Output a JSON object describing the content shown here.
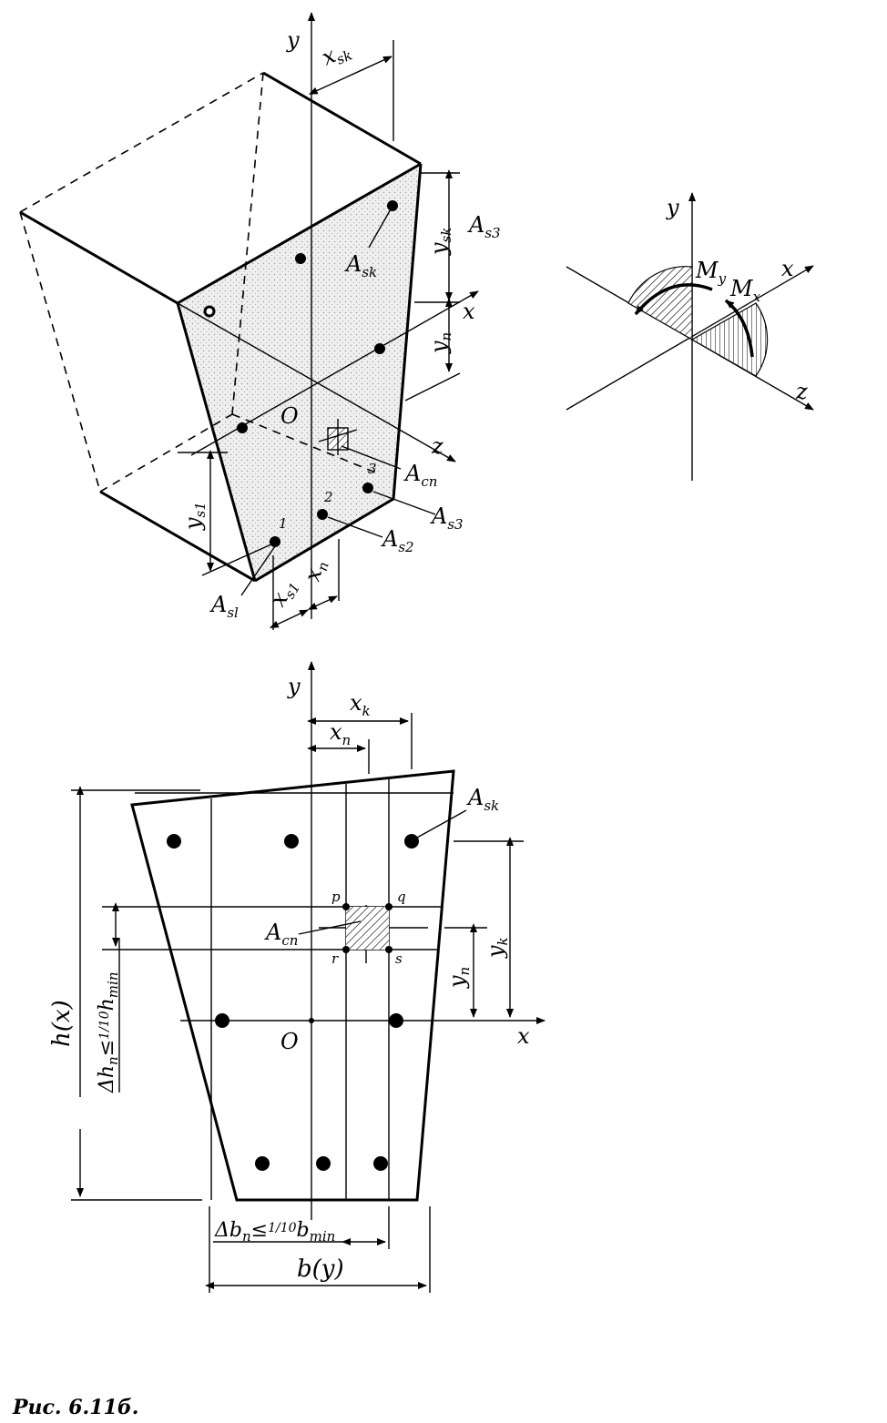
{
  "caption": "Рис. 6.11б.",
  "iso": {
    "axis_y": "y",
    "axis_x": "x",
    "axis_z": "z",
    "origin": "O",
    "x_sk": "x",
    "x_sk_sub": "sk",
    "y_sk": "y",
    "y_sk_sub": "sk",
    "y_n": "y",
    "y_n_sub": "n",
    "y_s1": "y",
    "y_s1_sub": "s1",
    "x_s1": "x",
    "x_s1_sub": "s1",
    "x_n": "x",
    "x_n_sub": "n",
    "A_s3_top": "A",
    "A_s3_top_sub": "s3",
    "A_sk": "A",
    "A_sk_sub": "sk",
    "A_cn": "A",
    "A_cn_sub": "cn",
    "A_s3": "A",
    "A_s3_sub": "s3",
    "A_s2": "A",
    "A_s2_sub": "s2",
    "A_s1": "A",
    "A_s1_sub": "sl",
    "n1": "1",
    "n2": "2",
    "n3": "3"
  },
  "moments": {
    "axis_y": "y",
    "axis_x": "x",
    "axis_z": "z",
    "M_y": "M",
    "M_y_sub": "y",
    "M_x": "M",
    "M_x_sub": "x"
  },
  "plan": {
    "axis_y": "y",
    "axis_x": "x",
    "origin": "O",
    "x_k": "x",
    "x_k_sub": "k",
    "x_n": "x",
    "x_n_sub": "n",
    "A_sk": "A",
    "A_sk_sub": "sk",
    "A_cn": "A",
    "A_cn_sub": "cn",
    "p": "p",
    "q": "q",
    "r": "r",
    "s": "s",
    "y_k": "y",
    "y_k_sub": "k",
    "y_n": "y",
    "y_n_sub": "n",
    "h_x": "h(x)",
    "dh_lhs": "Δh",
    "dh_lhs_sub": "n",
    "dh_mid": "≤",
    "dh_frac": "1/10",
    "dh_rhs": "h",
    "dh_rhs_sub": "min",
    "db_lhs": "Δb",
    "db_lhs_sub": "n",
    "db_mid": "≤",
    "db_frac": "1/10",
    "db_rhs": "b",
    "db_rhs_sub": "min",
    "b_y": "b(y)"
  },
  "colors": {
    "line": "#000000",
    "section_fill": "#e6e6e6"
  }
}
